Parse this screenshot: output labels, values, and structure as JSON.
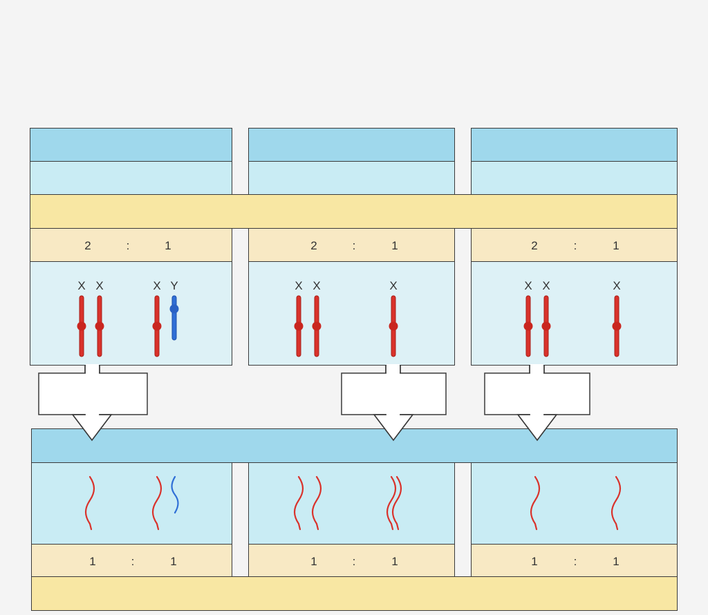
{
  "colors": {
    "x_chromosome": "#d9322b",
    "y_chromosome": "#2f6fd6",
    "band_blue": "#9fd8ec",
    "band_light_blue": "#c9ecf4",
    "band_yellow": "#f8e7a3",
    "band_light_yellow": "#f8e9c4"
  },
  "panels": [
    {
      "top_ratio": {
        "left": "2",
        "sep": ":",
        "right": "1"
      },
      "left_group": [
        "X",
        "X"
      ],
      "right_group": [
        "X",
        "Y"
      ],
      "bottom_ratio": {
        "left": "1",
        "sep": ":",
        "right": "1"
      }
    },
    {
      "top_ratio": {
        "left": "2",
        "sep": ":",
        "right": "1"
      },
      "left_group": [
        "X",
        "X"
      ],
      "right_group": [
        "X"
      ],
      "bottom_ratio": {
        "left": "1",
        "sep": ":",
        "right": "1"
      }
    },
    {
      "top_ratio": {
        "left": "2",
        "sep": ":",
        "right": "1"
      },
      "left_group": [
        "X",
        "X"
      ],
      "right_group": [
        "X"
      ],
      "bottom_ratio": {
        "left": "1",
        "sep": ":",
        "right": "1"
      }
    }
  ]
}
